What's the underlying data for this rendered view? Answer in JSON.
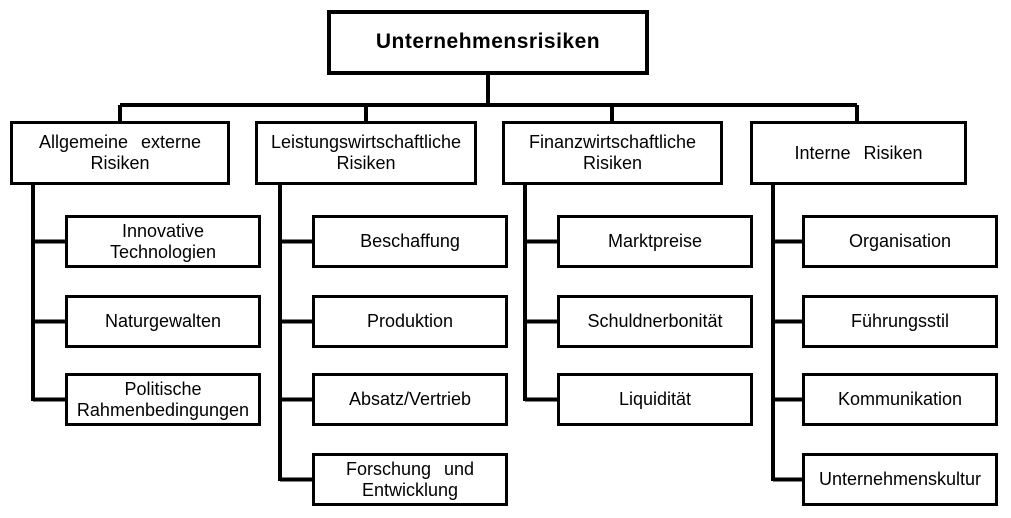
{
  "diagram": {
    "type": "tree",
    "root": {
      "label": "Unternehmensrisiken"
    },
    "columns": [
      {
        "title": "Allgemeine externe\nRisiken",
        "children": [
          "Innovative\nTechnologien",
          "Naturgewalten",
          "Politische\nRahmenbedingungen"
        ]
      },
      {
        "title": "Leistungswirtschaftliche\nRisiken",
        "children": [
          "Beschaffung",
          "Produktion",
          "Absatz/Vertrieb",
          "Forschung und\nEntwicklung"
        ]
      },
      {
        "title": "Finanzwirtschaftliche\nRisiken",
        "children": [
          "Marktpreise",
          "Schuldnerbonität",
          "Liquidität"
        ]
      },
      {
        "title": "Interne Risiken",
        "children": [
          "Organisation",
          "Führungsstil",
          "Kommunikation",
          "Unternehmenskultur"
        ]
      }
    ],
    "colors": {
      "line": "#000000",
      "box_fill": "#ffffff",
      "text": "#000000",
      "background": "#ffffff"
    }
  }
}
